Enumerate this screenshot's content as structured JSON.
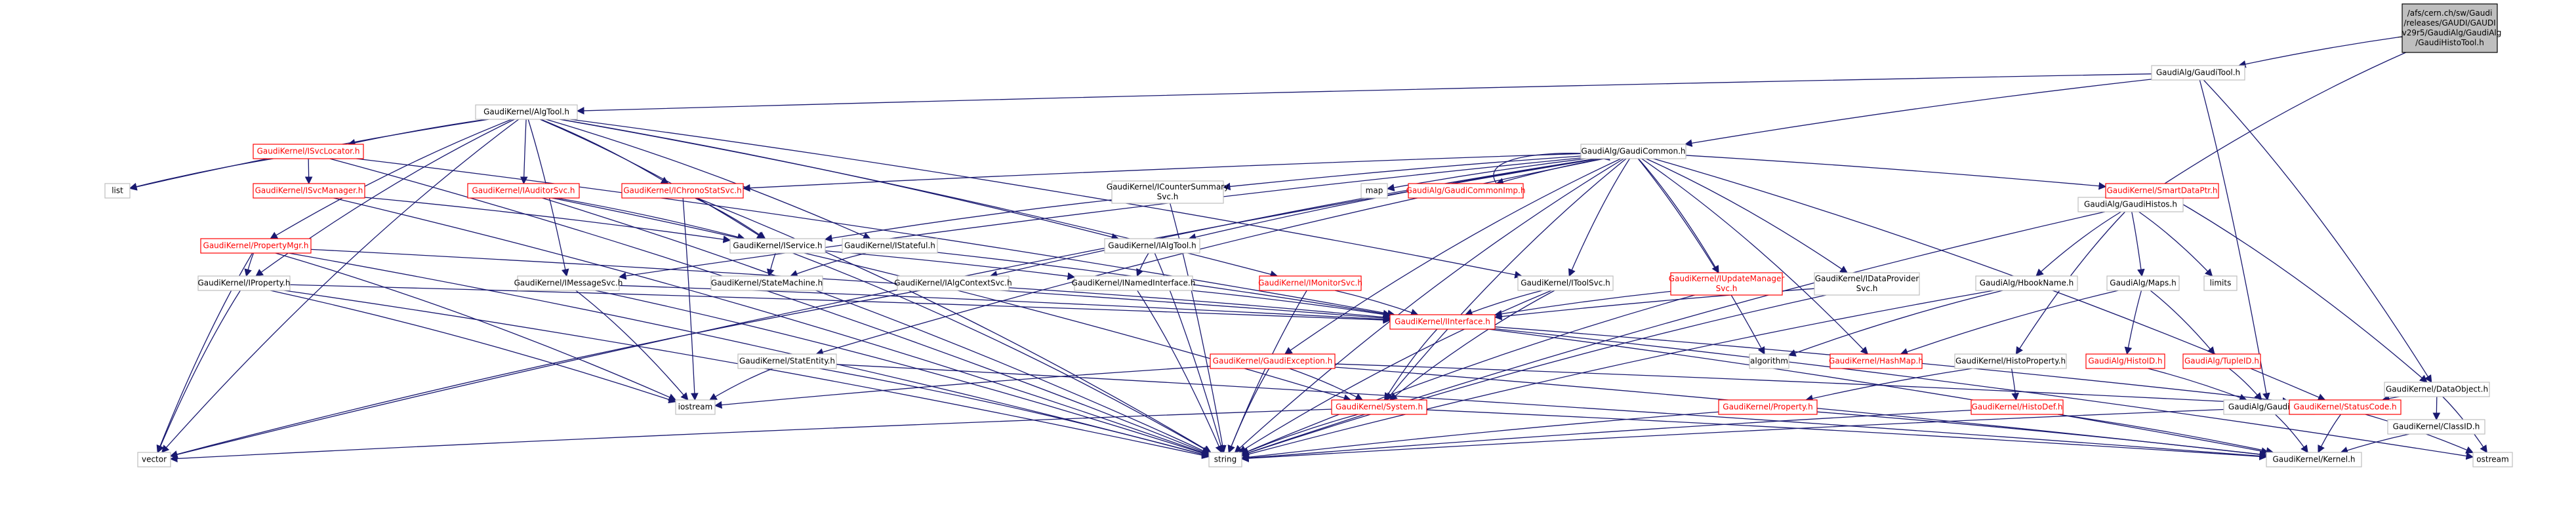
{
  "diagram": {
    "colors": {
      "edge": "#191970",
      "root_fill": "#bfbfbf",
      "node_border": "#bfbfbf",
      "link_text": "#ff0000"
    },
    "nodes": [
      {
        "id": "root",
        "lines": [
          "/afs/cern.ch/sw/Gaudi",
          "/releases/GAUDI/GAUDI",
          "_v29r5/GaudiAlg/GaudiAlg",
          "/GaudiHistoTool.h"
        ],
        "style": "root"
      },
      {
        "id": "gtool",
        "lines": [
          "GaudiAlg/GaudiTool.h"
        ],
        "style": "plain"
      },
      {
        "id": "algtool",
        "lines": [
          "GaudiKernel/AlgTool.h"
        ],
        "style": "plain"
      },
      {
        "id": "gcommon",
        "lines": [
          "GaudiAlg/GaudiCommon.h"
        ],
        "style": "plain"
      },
      {
        "id": "ghistos",
        "lines": [
          "GaudiAlg/GaudiHistos.h"
        ],
        "style": "plain"
      },
      {
        "id": "dataobj",
        "lines": [
          "GaudiKernel/DataObject.h"
        ],
        "style": "plain"
      },
      {
        "id": "svcloc",
        "lines": [
          "GaudiKernel/ISvcLocator.h"
        ],
        "style": "red"
      },
      {
        "id": "list",
        "lines": [
          "list"
        ],
        "style": "plain"
      },
      {
        "id": "isvcmgr",
        "lines": [
          "GaudiKernel/ISvcManager.h"
        ],
        "style": "red"
      },
      {
        "id": "iauditor",
        "lines": [
          "GaudiKernel/IAuditorSvc.h"
        ],
        "style": "red"
      },
      {
        "id": "ichrono",
        "lines": [
          "GaudiKernel/IChronoStatSvc.h"
        ],
        "style": "red"
      },
      {
        "id": "icounter",
        "lines": [
          "GaudiKernel/ICounterSummary",
          "Svc.h"
        ],
        "style": "plain"
      },
      {
        "id": "map",
        "lines": [
          "map"
        ],
        "style": "plain"
      },
      {
        "id": "gcommonimp",
        "lines": [
          "GaudiAlg/GaudiCommonImp.h"
        ],
        "style": "red"
      },
      {
        "id": "smartdp",
        "lines": [
          "GaudiKernel/SmartDataPtr.h"
        ],
        "style": "red"
      },
      {
        "id": "propmgr",
        "lines": [
          "GaudiKernel/PropertyMgr.h"
        ],
        "style": "red"
      },
      {
        "id": "iservice",
        "lines": [
          "GaudiKernel/IService.h"
        ],
        "style": "plain"
      },
      {
        "id": "istateful",
        "lines": [
          "GaudiKernel/IStateful.h"
        ],
        "style": "plain"
      },
      {
        "id": "ialgtool",
        "lines": [
          "GaudiKernel/IAlgTool.h"
        ],
        "style": "plain"
      },
      {
        "id": "property",
        "lines": [
          "GaudiKernel/IProperty.h"
        ],
        "style": "plain"
      },
      {
        "id": "imsg",
        "lines": [
          "GaudiKernel/IMessageSvc.h"
        ],
        "style": "plain"
      },
      {
        "id": "statemachine",
        "lines": [
          "GaudiKernel/StateMachine.h"
        ],
        "style": "plain"
      },
      {
        "id": "inamed",
        "lines": [
          "GaudiKernel/INamedInterface.h"
        ],
        "style": "plain"
      },
      {
        "id": "ialgctx",
        "lines": [
          "GaudiKernel/IAlgContextSvc.h"
        ],
        "style": "plain"
      },
      {
        "id": "imonitor",
        "lines": [
          "GaudiKernel/IMonitorSvc.h"
        ],
        "style": "red"
      },
      {
        "id": "itoolsvc",
        "lines": [
          "GaudiKernel/IToolSvc.h"
        ],
        "style": "plain"
      },
      {
        "id": "iupdate",
        "lines": [
          "GaudiKernel/IUpdateManager",
          "Svc.h"
        ],
        "style": "red"
      },
      {
        "id": "idataprov",
        "lines": [
          "GaudiKernel/IDataProvider",
          "Svc.h"
        ],
        "style": "plain"
      },
      {
        "id": "hbookname",
        "lines": [
          "GaudiAlg/HbookName.h"
        ],
        "style": "plain"
      },
      {
        "id": "maps",
        "lines": [
          "GaudiAlg/Maps.h"
        ],
        "style": "plain"
      },
      {
        "id": "limits",
        "lines": [
          "limits"
        ],
        "style": "plain"
      },
      {
        "id": "interface",
        "lines": [
          "GaudiKernel/IInterface.h"
        ],
        "style": "red"
      },
      {
        "id": "statentity",
        "lines": [
          "GaudiKernel/StatEntity.h"
        ],
        "style": "plain"
      },
      {
        "id": "gexception",
        "lines": [
          "GaudiKernel/GaudiException.h"
        ],
        "style": "red"
      },
      {
        "id": "algorithm",
        "lines": [
          "algorithm"
        ],
        "style": "plain"
      },
      {
        "id": "hashmap",
        "lines": [
          "GaudiKernel/HashMap.h"
        ],
        "style": "red"
      },
      {
        "id": "histoprop",
        "lines": [
          "GaudiKernel/HistoProperty.h"
        ],
        "style": "plain"
      },
      {
        "id": "histoid",
        "lines": [
          "GaudiAlg/HistoID.h"
        ],
        "style": "red"
      },
      {
        "id": "tupleid",
        "lines": [
          "GaudiAlg/TupleID.h"
        ],
        "style": "red"
      },
      {
        "id": "classid",
        "lines": [
          "GaudiKernel/ClassID.h"
        ],
        "style": "plain"
      },
      {
        "id": "iostream",
        "lines": [
          "iostream"
        ],
        "style": "plain"
      },
      {
        "id": "system",
        "lines": [
          "GaudiKernel/System.h"
        ],
        "style": "red"
      },
      {
        "id": "kprop",
        "lines": [
          "GaudiKernel/Property.h"
        ],
        "style": "red"
      },
      {
        "id": "histodef",
        "lines": [
          "GaudiKernel/HistoDef.h"
        ],
        "style": "red"
      },
      {
        "id": "galg",
        "lines": [
          "GaudiAlg/GaudiAlg.h"
        ],
        "style": "plain"
      },
      {
        "id": "statuscode",
        "lines": [
          "GaudiKernel/StatusCode.h"
        ],
        "style": "red"
      },
      {
        "id": "vector",
        "lines": [
          "vector"
        ],
        "style": "plain"
      },
      {
        "id": "string",
        "lines": [
          "string"
        ],
        "style": "plain"
      },
      {
        "id": "kernel",
        "lines": [
          "GaudiKernel/Kernel.h"
        ],
        "style": "plain"
      },
      {
        "id": "ostream",
        "lines": [
          "ostream"
        ],
        "style": "plain"
      }
    ],
    "edges": [
      [
        "root",
        "gtool"
      ],
      [
        "root",
        "ghistos"
      ],
      [
        "gtool",
        "algtool"
      ],
      [
        "gtool",
        "gcommon"
      ],
      [
        "gtool",
        "dataobj"
      ],
      [
        "gtool",
        "galg"
      ],
      [
        "algtool",
        "svcloc"
      ],
      [
        "algtool",
        "list"
      ],
      [
        "algtool",
        "iauditor"
      ],
      [
        "algtool",
        "ichrono"
      ],
      [
        "algtool",
        "istateful"
      ],
      [
        "algtool",
        "iservice"
      ],
      [
        "algtool",
        "ialgtool"
      ],
      [
        "algtool",
        "itoolsvc"
      ],
      [
        "algtool",
        "imonitor"
      ],
      [
        "algtool",
        "propmgr"
      ],
      [
        "algtool",
        "property"
      ],
      [
        "algtool",
        "imsg"
      ],
      [
        "algtool",
        "vector"
      ],
      [
        "svcloc",
        "list"
      ],
      [
        "svcloc",
        "isvcmgr"
      ],
      [
        "svcloc",
        "interface"
      ],
      [
        "svcloc",
        "string"
      ],
      [
        "isvcmgr",
        "iservice"
      ],
      [
        "isvcmgr",
        "string"
      ],
      [
        "iauditor",
        "iservice"
      ],
      [
        "iauditor",
        "string"
      ],
      [
        "iauditor",
        "system"
      ],
      [
        "ichrono",
        "iservice"
      ],
      [
        "ichrono",
        "iostream"
      ],
      [
        "ichrono",
        "string"
      ],
      [
        "gcommon",
        "gcommonimp"
      ],
      [
        "gcommonimp",
        "gcommon"
      ],
      [
        "gcommon",
        "map"
      ],
      [
        "gcommon",
        "icounter"
      ],
      [
        "gcommon",
        "ichrono"
      ],
      [
        "gcommon",
        "smartdp"
      ],
      [
        "gcommon",
        "statuscode"
      ],
      [
        "gcommon",
        "hashmap"
      ],
      [
        "gcommon",
        "idataprov"
      ],
      [
        "gcommon",
        "iupdate"
      ],
      [
        "gcommon",
        "itoolsvc"
      ],
      [
        "gcommon",
        "ialgtool"
      ],
      [
        "gcommon",
        "statentity"
      ],
      [
        "gcommon",
        "ialgctx"
      ],
      [
        "gcommon",
        "imsg"
      ],
      [
        "gcommon",
        "gexception"
      ],
      [
        "gcommon",
        "system"
      ],
      [
        "gcommon",
        "string"
      ],
      [
        "gcommon",
        "vector"
      ],
      [
        "gcommon",
        "algorithm"
      ],
      [
        "icounter",
        "iservice"
      ],
      [
        "icounter",
        "string"
      ],
      [
        "ghistos",
        "hbookname"
      ],
      [
        "ghistos",
        "maps"
      ],
      [
        "ghistos",
        "limits"
      ],
      [
        "ghistos",
        "histoprop"
      ],
      [
        "ghistos",
        "string"
      ],
      [
        "smartdp",
        "dataobj"
      ],
      [
        "propmgr",
        "property"
      ],
      [
        "propmgr",
        "vector"
      ],
      [
        "propmgr",
        "string"
      ],
      [
        "propmgr",
        "iostream"
      ],
      [
        "propmgr",
        "interface"
      ],
      [
        "iservice",
        "statemachine"
      ],
      [
        "iservice",
        "inamed"
      ],
      [
        "iservice",
        "string"
      ],
      [
        "istateful",
        "statemachine"
      ],
      [
        "istateful",
        "interface"
      ],
      [
        "ialgtool",
        "inamed"
      ],
      [
        "ialgtool",
        "string"
      ],
      [
        "property",
        "interface"
      ],
      [
        "property",
        "string"
      ],
      [
        "property",
        "vector"
      ],
      [
        "property",
        "iostream"
      ],
      [
        "imsg",
        "interface"
      ],
      [
        "imsg",
        "string"
      ],
      [
        "imsg",
        "iostream"
      ],
      [
        "inamed",
        "interface"
      ],
      [
        "inamed",
        "string"
      ],
      [
        "ialgctx",
        "interface"
      ],
      [
        "ialgctx",
        "vector"
      ],
      [
        "imonitor",
        "interface"
      ],
      [
        "imonitor",
        "string"
      ],
      [
        "itoolsvc",
        "interface"
      ],
      [
        "itoolsvc",
        "system"
      ],
      [
        "itoolsvc",
        "string"
      ],
      [
        "iupdate",
        "interface"
      ],
      [
        "iupdate",
        "string"
      ],
      [
        "idataprov",
        "interface"
      ],
      [
        "idataprov",
        "string"
      ],
      [
        "hbookname",
        "algorithm"
      ],
      [
        "hbookname",
        "string"
      ],
      [
        "maps",
        "hashmap"
      ],
      [
        "maps",
        "histoid"
      ],
      [
        "maps",
        "tupleid"
      ],
      [
        "interface",
        "system"
      ],
      [
        "interface",
        "statuscode"
      ],
      [
        "interface",
        "kernel"
      ],
      [
        "interface",
        "ostream"
      ],
      [
        "statentity",
        "iostream"
      ],
      [
        "statentity",
        "string"
      ],
      [
        "statentity",
        "kernel"
      ],
      [
        "gexception",
        "system"
      ],
      [
        "gexception",
        "statuscode"
      ],
      [
        "gexception",
        "string"
      ],
      [
        "gexception",
        "iostream"
      ],
      [
        "gexception",
        "kernel"
      ],
      [
        "histoprop",
        "kprop"
      ],
      [
        "histoprop",
        "histodef"
      ],
      [
        "histoid",
        "galg"
      ],
      [
        "tupleid",
        "galg"
      ],
      [
        "dataobj",
        "classid"
      ],
      [
        "dataobj",
        "statuscode"
      ],
      [
        "dataobj",
        "ostream"
      ],
      [
        "system",
        "kernel"
      ],
      [
        "system",
        "vector"
      ],
      [
        "system",
        "string"
      ],
      [
        "kprop",
        "kernel"
      ],
      [
        "kprop",
        "string"
      ],
      [
        "histodef",
        "kernel"
      ],
      [
        "histodef",
        "string"
      ],
      [
        "galg",
        "kernel"
      ],
      [
        "galg",
        "string"
      ],
      [
        "statuscode",
        "kernel"
      ],
      [
        "statuscode",
        "ostream"
      ],
      [
        "classid",
        "kernel"
      ]
    ]
  }
}
